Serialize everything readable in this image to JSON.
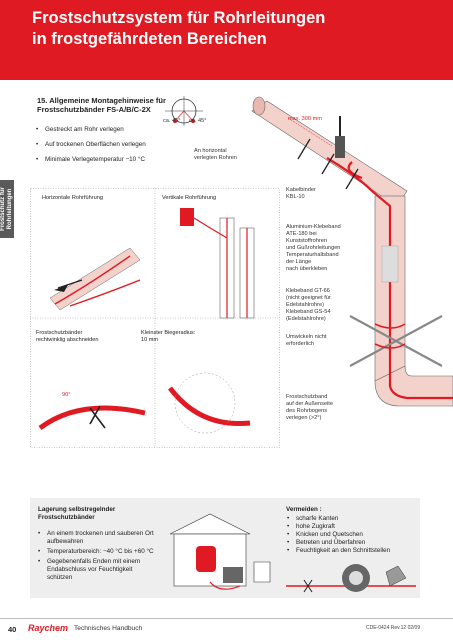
{
  "header": {
    "title": "Frostschutzsystem für Rohrleitungen in frostgefährdeten Bereichen"
  },
  "side_tab": {
    "label_line1": "Frostschutz für",
    "label_line2": "Rohrleitungen"
  },
  "section": {
    "title": "15. Allgemeine Montagehinweise für Frostschutzbänder FS-A/B/C-2X",
    "bullets": [
      "Gestreckt am Rohr verlegen",
      "Auf trockenen Oberflächen verlegen",
      "Minimale Verlegetemperatur −10 °C"
    ]
  },
  "pipe_cross_section": {
    "angle_left": "ca. 45°",
    "angle_right": "ca. 45°",
    "caption_line1": "An horizontal",
    "caption_line2": "verlegten Rohren"
  },
  "right_diagram": {
    "max_distance": "max. 300 mm",
    "cable_tie": [
      "Kabelbinder",
      "KBL-10"
    ],
    "aluminium_tape": [
      "Aluminium-Klebeband",
      "ATE-180 bei",
      "Kunststoffrohren",
      "und Gußrohrleitungen",
      "Temperaturhaltsband",
      "der Länge",
      "nach überkleben"
    ],
    "adhesive_tape": [
      "Klebeband GT-66",
      "(nicht geeignet für",
      "Edelstahlrohre)",
      "Klebeband GS-54",
      "(Edelstahlrohre)"
    ],
    "wrap_note": [
      "Umwickeln nicht",
      "erforderlich"
    ],
    "outside_bend": [
      "Frostschutzband",
      "auf der Außenseite",
      "des Rohrbogens",
      "verlegen (>2°)"
    ]
  },
  "panels": {
    "horizontal": "Horizontale Rohrführung",
    "vertical": "Vertikale Rohrführung",
    "cut": [
      "Frostschutzbänder",
      "rechtwinklig abschneiden"
    ],
    "bend_radius": [
      "Kleinster Biegeradius:",
      "10 mm"
    ],
    "angle_90": "90°"
  },
  "storage": {
    "title_line1": "Lagerung selbstregelnder",
    "title_line2": "Frostschutzbänder",
    "items": [
      "An einem trockenen und sauberen Ort aufbewahren",
      "Temperaturbereich: −40 °C bis +60 °C",
      "Gegebenenfalls Enden mit einem Endabschluss vor Feuchtigkeit schützen"
    ]
  },
  "avoid": {
    "title": "Vermeiden :",
    "items": [
      "scharfe Kanten",
      "hohe Zugkraft",
      "Knicken und Quetschen",
      "Betreten und Überfahren",
      "Feuchtigkeit an den Schnittstellen"
    ]
  },
  "footer": {
    "page": "40",
    "brand": "Raychem",
    "manual": "Technisches Handbuch",
    "docref": "CDE-0424  Rev.12  02/09"
  },
  "colors": {
    "accent": "#e01a22",
    "pipe": "#f3d2cc",
    "tape": "#e01a22"
  }
}
